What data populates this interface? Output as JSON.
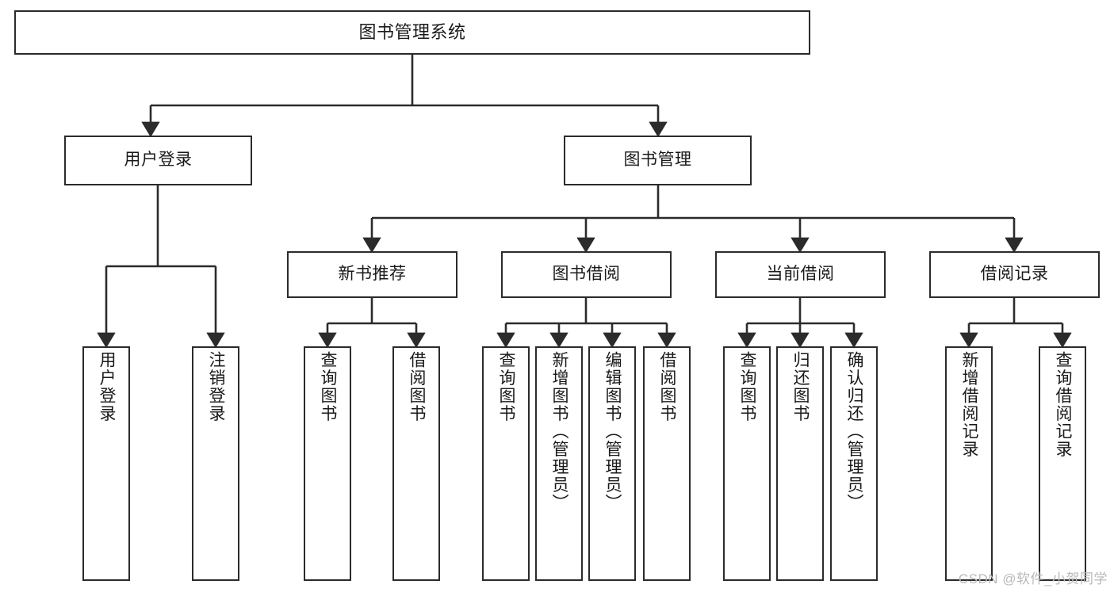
{
  "diagram": {
    "title": "图书管理系统",
    "type": "tree",
    "stroke_color": "#2b2b2b",
    "fill_color": "#ffffff",
    "text_color": "#1a1a1a",
    "root": {
      "label": "图书管理系统"
    },
    "level2": [
      {
        "label": "用户登录"
      },
      {
        "label": "图书管理"
      }
    ],
    "level3": [
      {
        "label": "新书推荐"
      },
      {
        "label": "图书借阅"
      },
      {
        "label": "当前借阅"
      },
      {
        "label": "借阅记录"
      }
    ],
    "leaves": {
      "user_login": [
        {
          "label": "用户登录"
        },
        {
          "label": "注销登录"
        }
      ],
      "new_book_recommend": [
        {
          "label": "查询图书"
        },
        {
          "label": "借阅图书"
        }
      ],
      "book_borrow": [
        {
          "label": "查询图书"
        },
        {
          "label": "新增图书（管理员）"
        },
        {
          "label": "编辑图书（管理员）"
        },
        {
          "label": "借阅图书"
        }
      ],
      "current_borrow": [
        {
          "label": "查询图书"
        },
        {
          "label": "归还图书"
        },
        {
          "label": "确认归还（管理员）"
        }
      ],
      "borrow_record": [
        {
          "label": "新增借阅记录"
        },
        {
          "label": "查询借阅记录"
        }
      ]
    }
  },
  "watermark": {
    "text": "CSDN @软件_小贺同学"
  }
}
